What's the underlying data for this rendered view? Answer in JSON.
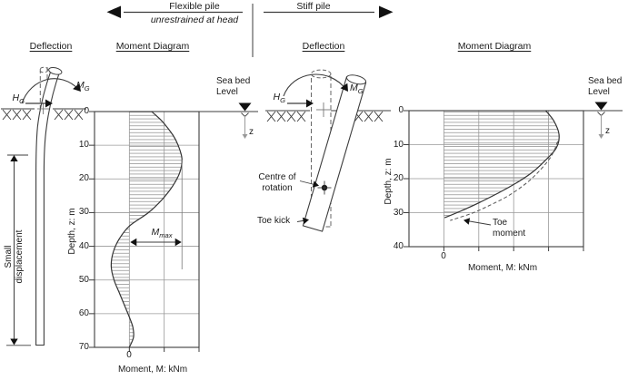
{
  "header": {
    "flexible_title": "Flexible pile",
    "flexible_subtitle": "unrestrained at head",
    "stiff_title": "Stiff pile"
  },
  "sections": {
    "left_deflection": "Deflection",
    "left_moment": "Moment Diagram",
    "right_deflection": "Deflection",
    "right_moment": "Moment Diagram"
  },
  "annotations": {
    "hg": {
      "main": "H",
      "sub": "G"
    },
    "mg": {
      "main": "M",
      "sub": "G"
    },
    "mmax": {
      "main": "M",
      "sub": "max"
    },
    "sea_bed": "Sea bed",
    "level": "Level",
    "z_axis": "z",
    "small_displacement": [
      "Small",
      "displacement"
    ],
    "centre_of_rotation": [
      "Centre of",
      "rotation"
    ],
    "toe_kick": "Toe kick",
    "toe_moment": [
      "Toe",
      "moment"
    ]
  },
  "axes": {
    "depth_label": "Depth, z: m",
    "moment_label": "Moment, M: kNm",
    "zero": "0"
  },
  "chart_data": [
    {
      "id": "flexible-pile-moment-diagram",
      "type": "line",
      "title": "Moment Diagram (Flexible pile, unrestrained at head)",
      "xlabel": "Moment, M: kNm",
      "ylabel": "Depth, z: m",
      "x_units": "relative gridline units, only 0 labeled",
      "depth_ticks": [
        0,
        10,
        20,
        30,
        40,
        50,
        60,
        70
      ],
      "moment_gridline_units": [
        -1,
        0,
        1,
        2
      ],
      "series": [
        {
          "name": "moment",
          "style": "solid-hatched",
          "z": [
            0,
            3,
            7,
            10,
            14,
            18,
            22,
            26,
            30,
            34,
            38,
            42,
            46,
            50,
            54,
            58,
            61,
            64,
            67,
            70
          ],
          "m": [
            0.64,
            0.95,
            1.25,
            1.4,
            1.51,
            1.45,
            1.25,
            0.95,
            0.55,
            0,
            -0.3,
            -0.47,
            -0.52,
            -0.44,
            -0.28,
            -0.12,
            0,
            0.1,
            0.12,
            0
          ]
        }
      ],
      "annotations": [
        {
          "label": "Mmax",
          "at_z": 14,
          "value_units": 1.51
        }
      ]
    },
    {
      "id": "stiff-pile-moment-diagram",
      "type": "line",
      "title": "Moment Diagram (Stiff pile)",
      "xlabel": "Moment, M: kNm",
      "ylabel": "Depth, z: m",
      "x_units": "relative gridline units, only 0 labeled",
      "depth_ticks": [
        0,
        10,
        20,
        30,
        40
      ],
      "moment_gridline_units": [
        -1,
        0,
        1,
        2,
        3,
        4
      ],
      "series": [
        {
          "name": "moment",
          "style": "solid-hatched",
          "z": [
            0,
            3,
            7,
            11,
            15,
            18,
            21,
            24,
            27,
            29,
            31.5
          ],
          "m": [
            2.92,
            3.15,
            3.3,
            3.22,
            2.87,
            2.55,
            2.12,
            1.6,
            1.02,
            0.6,
            0.02
          ]
        },
        {
          "name": "toe moment curve",
          "style": "dashed",
          "z": [
            9,
            13,
            17,
            21,
            25,
            28,
            30,
            31.5,
            32.3
          ],
          "m": [
            3.26,
            3.1,
            2.8,
            2.4,
            1.85,
            1.28,
            0.85,
            0.42,
            0.18
          ]
        }
      ],
      "annotations": [
        {
          "label": "Toe moment",
          "at_z": 32
        }
      ]
    }
  ]
}
